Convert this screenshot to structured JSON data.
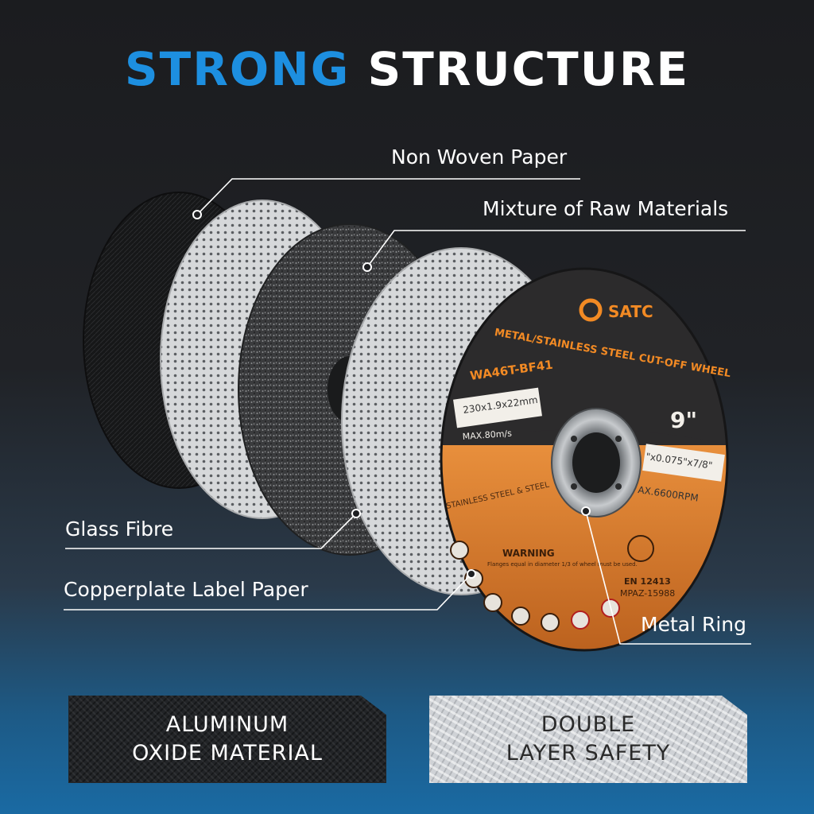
{
  "title": {
    "accent": "STRONG",
    "rest": "STRUCTURE"
  },
  "callouts": {
    "non_woven_paper": "Non Woven Paper",
    "mixture_raw_materials": "Mixture of Raw Materials",
    "glass_fibre": "Glass Fibre",
    "copperplate_label_paper": "Copperplate Label Paper",
    "metal_ring": "Metal Ring"
  },
  "wheel_label": {
    "brand": "SATC",
    "product_line": "METAL/STAINLESS STEEL CUT-OFF WHEEL",
    "model": "WA46T-BF41",
    "size_metric": "230x1.9x22mm",
    "size_inch_suffix": "\"x0.075\"x7/8\"",
    "diameter": "9\"",
    "max_speed_ms": "MAX.80m/s",
    "max_rpm": "AX.6600RPM",
    "material": "STAINLESS STEEL & STEEL",
    "warning_title": "WARNING",
    "warning_text": "Flanges equal in diameter 1/3 of wheel must be used.",
    "standard": "EN 12413",
    "approval": "MPAZ-15988"
  },
  "panels": {
    "left": {
      "line1": "ALUMINUM",
      "line2": "OXIDE MATERIAL"
    },
    "right": {
      "line1": "DOUBLE",
      "line2": "LAYER SAFETY"
    }
  },
  "colors": {
    "accent_blue": "#1d8fe0",
    "wheel_orange": "#d9782a",
    "wheel_dark": "#2c2b2c"
  }
}
